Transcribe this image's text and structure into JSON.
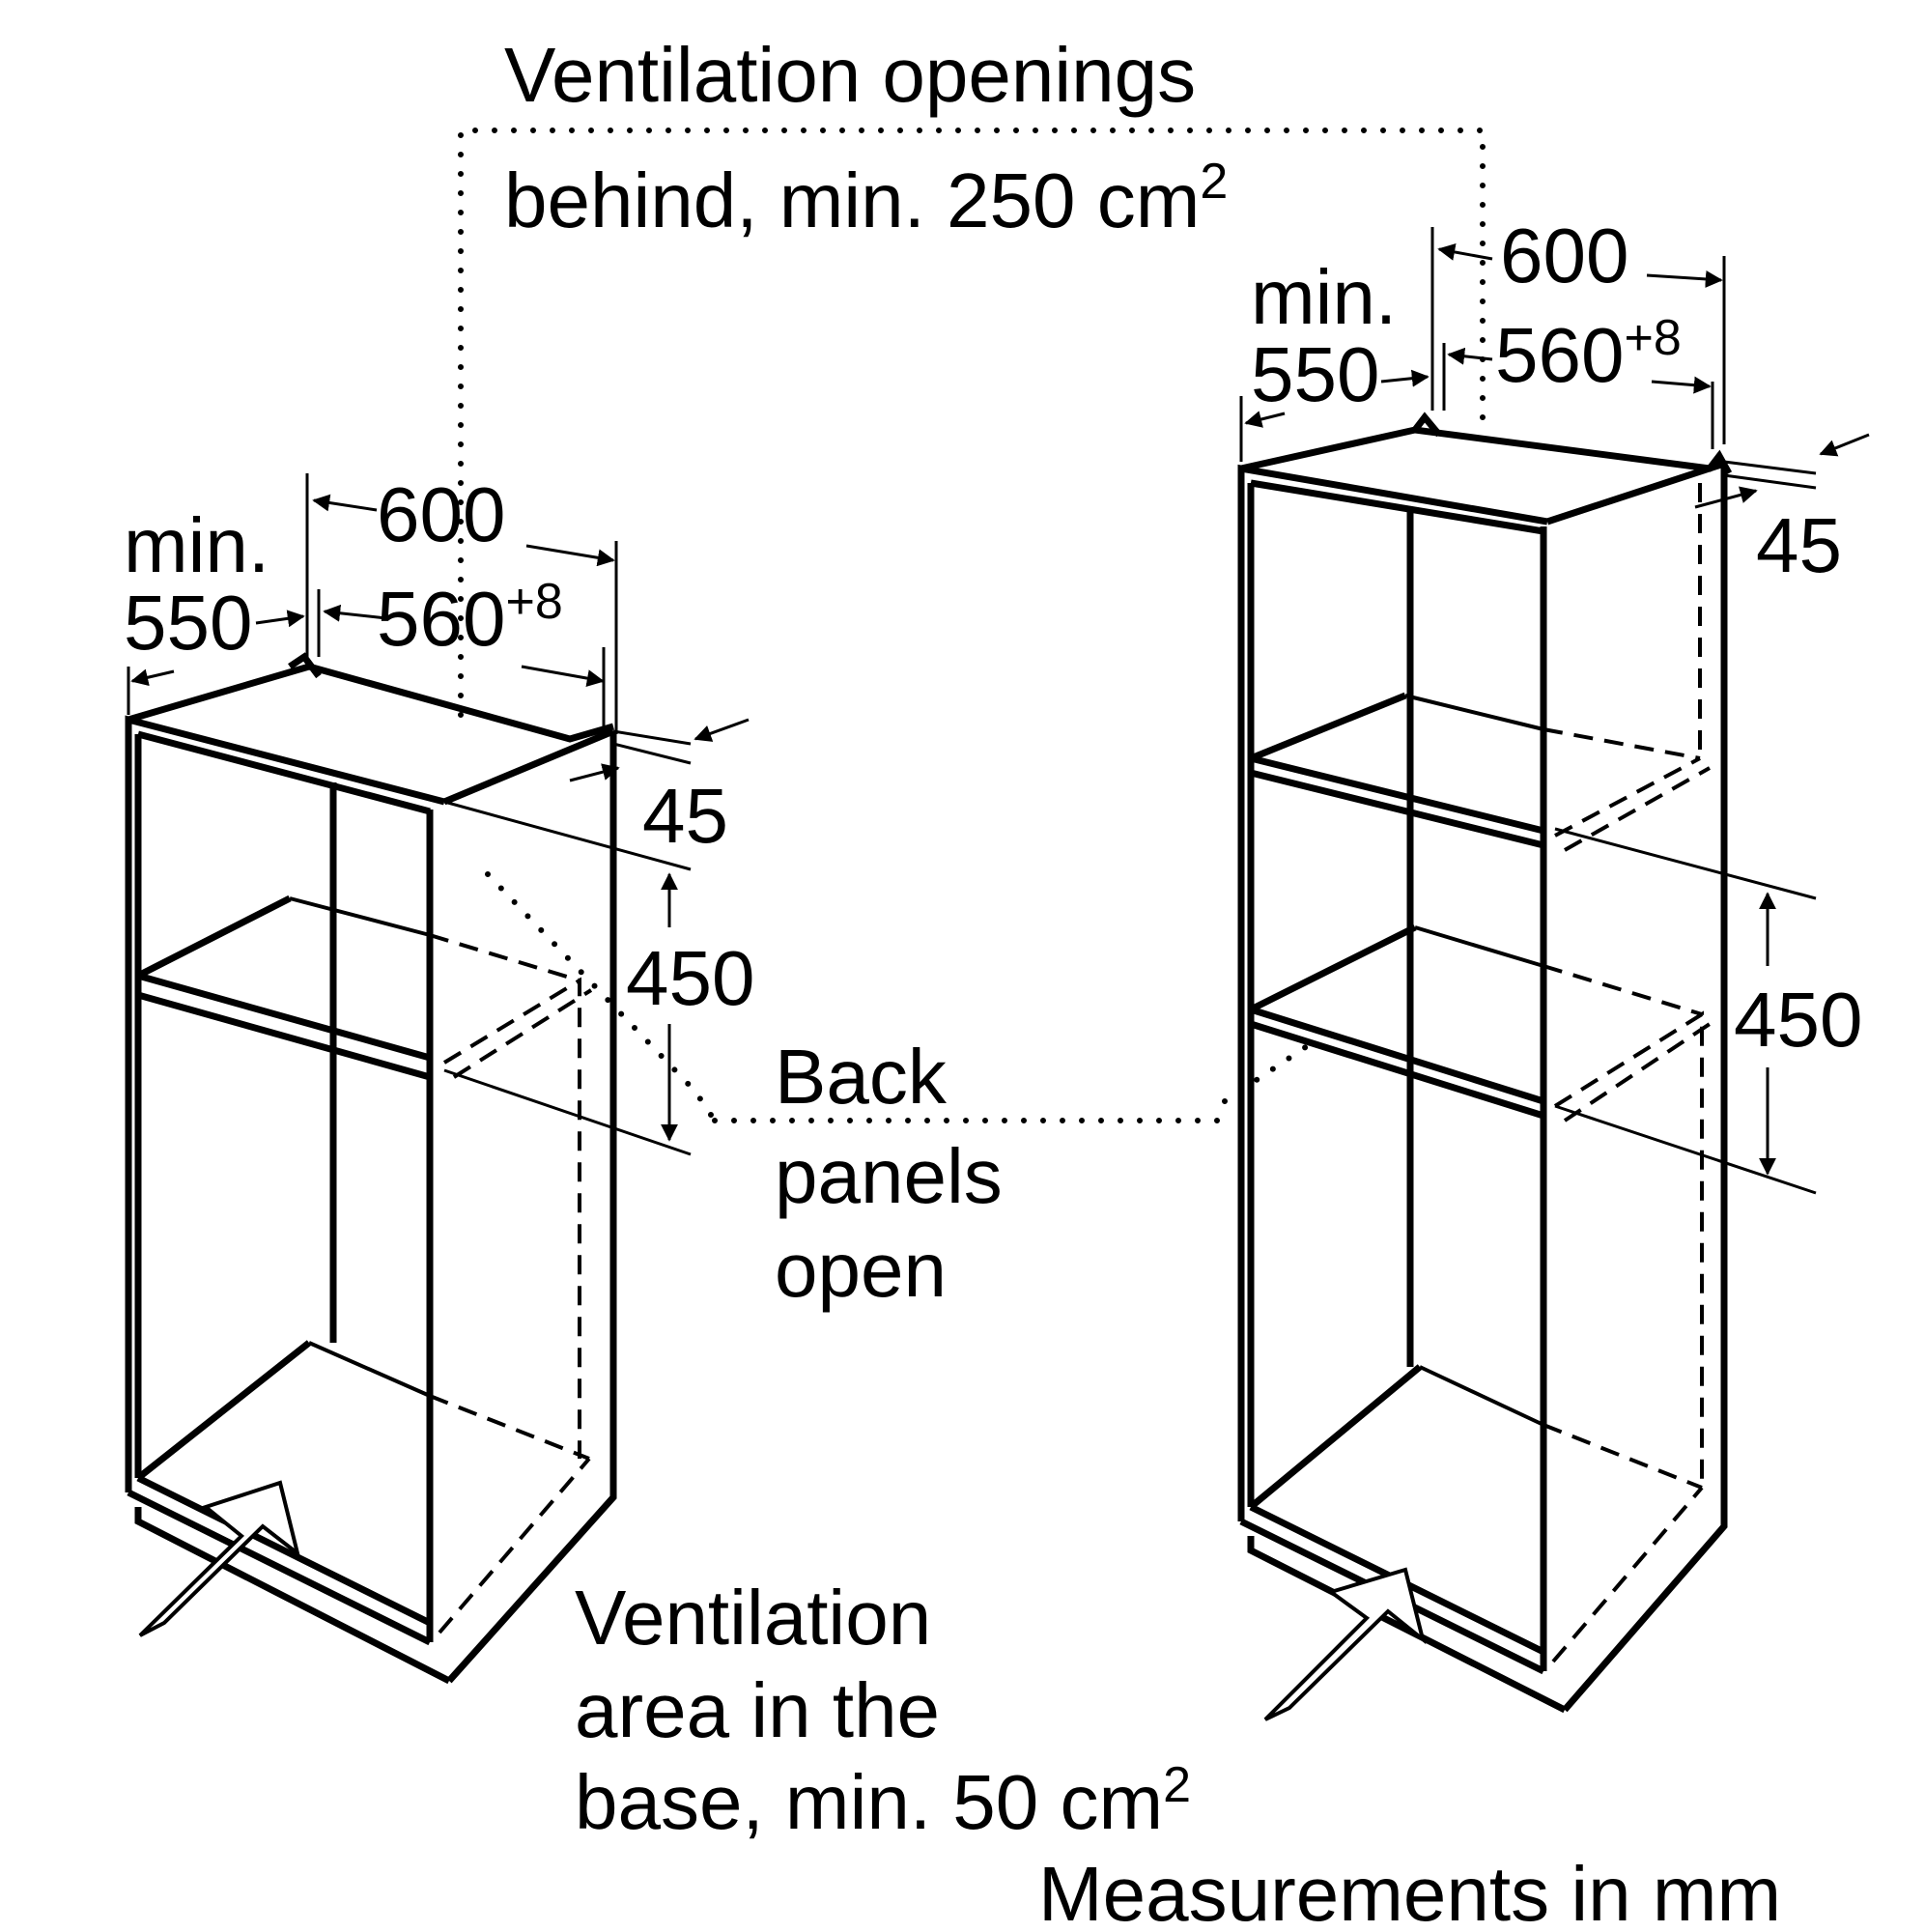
{
  "labels": {
    "vent_openings_line1": "Ventilation openings",
    "vent_openings_line2": "behind, min. 250 cm",
    "vent_openings_sup": "2",
    "back_panels_line1": "Back",
    "back_panels_line2": "panels",
    "back_panels_line3": "open",
    "vent_area_line1": "Ventilation",
    "vent_area_line2": "area in the",
    "vent_area_line3": "base, min. 50 cm",
    "vent_area_sup": "2",
    "measurements_note": "Measurements in mm"
  },
  "left_cabinet": {
    "min_label": "min.",
    "depth_min": "550",
    "width_outer": "600",
    "width_niche": "560",
    "width_niche_tol": "+8",
    "gap": "45",
    "height": "450"
  },
  "right_cabinet": {
    "min_label": "min.",
    "depth_min": "550",
    "width_outer": "600",
    "width_niche": "560",
    "width_niche_tol": "+8",
    "gap": "45",
    "height": "450"
  }
}
